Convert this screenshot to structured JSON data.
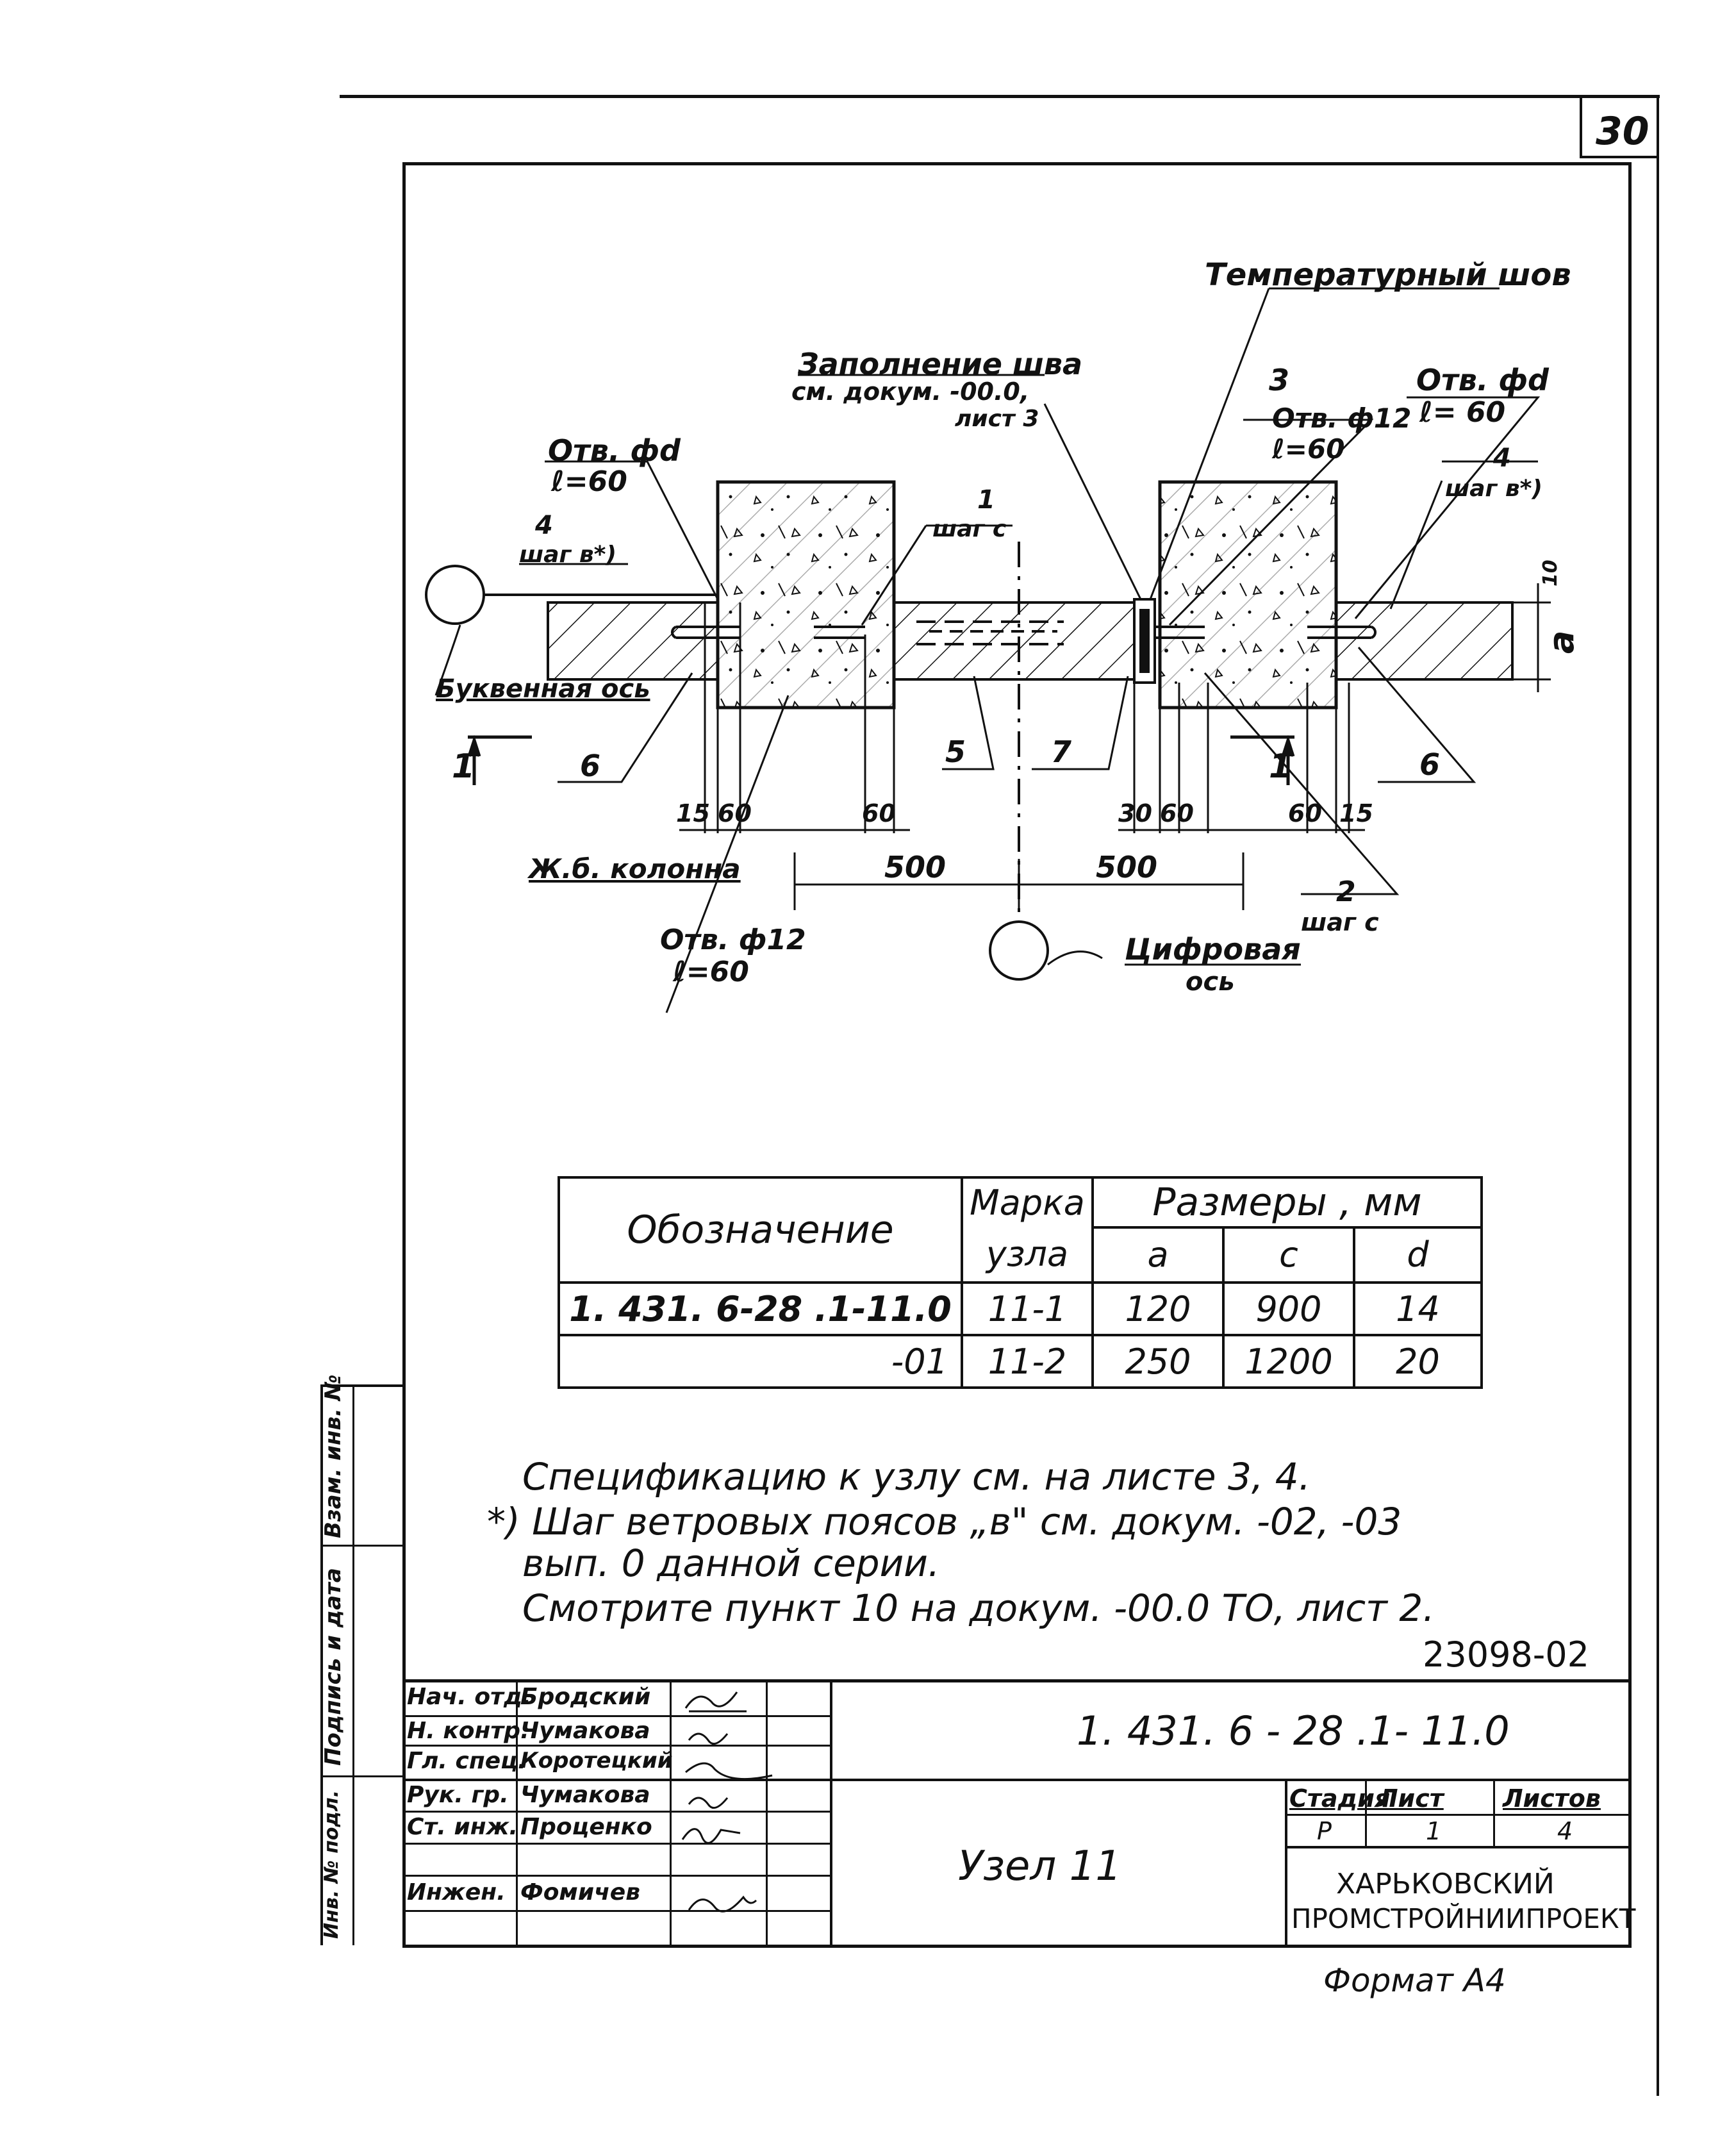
{
  "sheet": {
    "page_number": "30",
    "format": "Формат А4",
    "archive_number": "23098-02"
  },
  "drawing": {
    "labels": {
      "expansion_joint": "Температурный шов",
      "joint_fill_1": "Заполнение шва",
      "joint_fill_2": "см. докум. -00.0,",
      "joint_fill_3": "лист 3",
      "hole_d_left_1": "Отв. фd",
      "hole_d_left_2": "ℓ=60",
      "pos4_left": "4",
      "pos4_left_step": "шаг в*)",
      "pos1": "1",
      "pos1_step": "шаг с",
      "pos3": "3",
      "hole12_right_1": "Отв. ф12",
      "hole12_right_2": "ℓ=60",
      "hole_d_right_1": "Отв. фd",
      "hole_d_right_2": "ℓ= 60",
      "pos4_right": "4",
      "pos4_right_step": "шаг в*)",
      "dim_10": "10",
      "dim_a": "a",
      "letter_axis": "Буквенная ось",
      "pos6_left": "6",
      "pos5": "5",
      "pos7": "7",
      "pos6_right": "6",
      "section_left": "1",
      "section_right": "1",
      "dim_15_left": "15",
      "dim_60_l1": "60",
      "dim_60_l2": "60",
      "dim_30": "30",
      "dim_60_r1": "60",
      "dim_60_r2": "60",
      "dim_15_right": "15",
      "column": "Ж.б. колонна",
      "dim_500_left": "500",
      "dim_500_right": "500",
      "pos2": "2",
      "pos2_step": "шаг с",
      "hole12_left_1": "Отв. ф12",
      "hole12_left_2": "ℓ=60",
      "digit_axis_1": "Цифровая",
      "digit_axis_2": "ось"
    }
  },
  "spec_table": {
    "headers": {
      "designation": "Обозначение",
      "mark_1": "Марка",
      "mark_2": "узла",
      "dims": "Размеры , мм",
      "a": "a",
      "c": "c",
      "d": "d"
    },
    "rows": [
      {
        "designation": "1. 431. 6-28 .1-11.0",
        "mark": "11-1",
        "a": "120",
        "c": "900",
        "d": "14"
      },
      {
        "designation": "-01",
        "mark": "11-2",
        "a": "250",
        "c": "1200",
        "d": "20"
      }
    ]
  },
  "notes": [
    "Спецификацию к узлу см. на листе 3, 4.",
    "*) Шаг ветровых поясов „в\" см. докум. -02, -03",
    "вып. 0 данной серии.",
    "Смотрите пункт 10 на докум. -00.0 ТО, лист 2."
  ],
  "title_block": {
    "doc_code": "1. 431. 6 - 28 .1- 11.0",
    "title": "Узел 11",
    "stage_header": "Стадия",
    "sheet_header": "Лист",
    "sheets_header": "Листов",
    "stage": "Р",
    "sheet": "1",
    "sheets": "4",
    "org_1": "ХАРЬКОВСКИЙ",
    "org_2": "ПРОМСТРОЙНИИПРОЕКТ",
    "staff": [
      {
        "role": "Нач. отд.",
        "name": "Бродский"
      },
      {
        "role": "Н. контр.",
        "name": "Чумакова"
      },
      {
        "role": "Гл. спец.",
        "name": "Коротецкий"
      },
      {
        "role": "Рук. гр.",
        "name": "Чумакова"
      },
      {
        "role": "Ст. инж.",
        "name": "Проценко"
      },
      {
        "role": "",
        "name": ""
      },
      {
        "role": "Инжен.",
        "name": "Фомичев"
      }
    ]
  },
  "side_stamp": {
    "inv_no": "Взам. инв. №",
    "signature_date": "Подпись и дата",
    "inv_orig": "Инв. № подл."
  }
}
